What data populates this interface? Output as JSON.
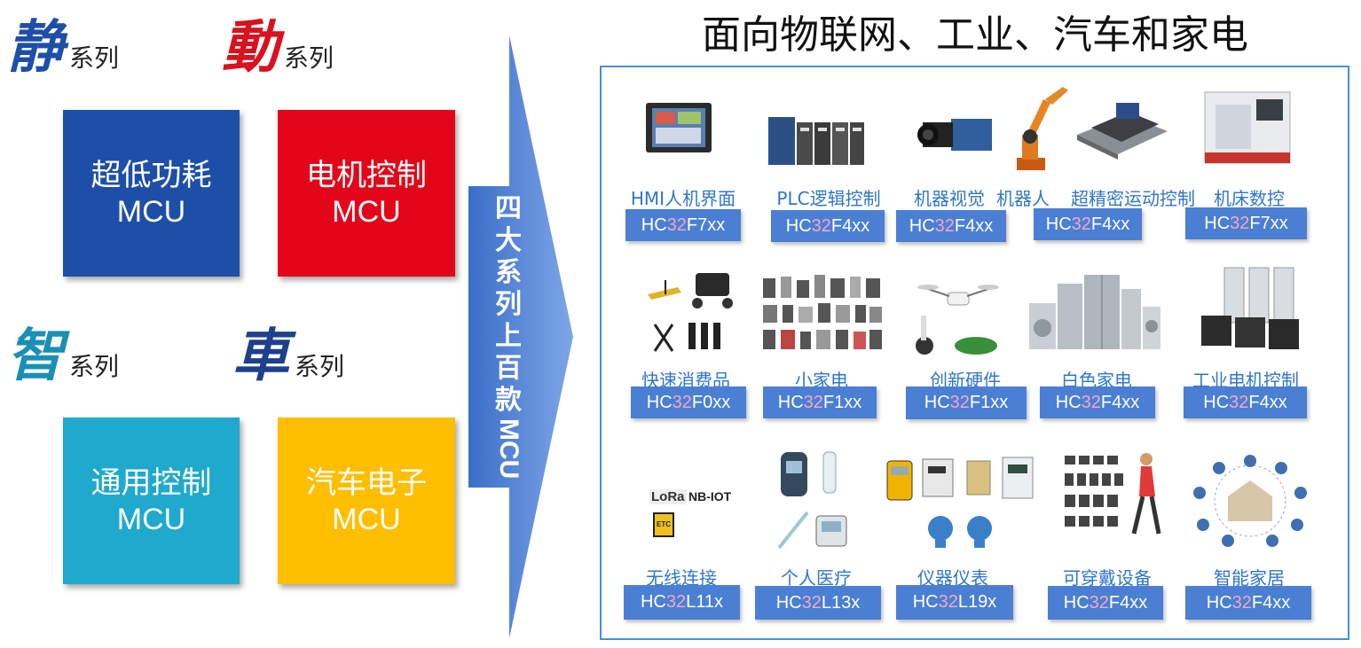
{
  "left": {
    "series": [
      {
        "char": "静",
        "suffix": "系列",
        "line1": "超低功耗",
        "line2": "MCU",
        "tile_color": "#1e4fa8",
        "char_color": "#1e4fa8"
      },
      {
        "char": "動",
        "suffix": "系列",
        "line1": "电机控制",
        "line2": "MCU",
        "tile_color": "#e3061a",
        "char_color": "#d8121e"
      },
      {
        "char": "智",
        "suffix": "系列",
        "line1": "通用控制",
        "line2": "MCU",
        "tile_color": "#1fa9cc",
        "char_color": "#1a8fb4"
      },
      {
        "char": "車",
        "suffix": "系列",
        "line1": "汽车电子",
        "line2": "MCU",
        "tile_color": "#ffbe00",
        "char_color": "#1e3f8c"
      }
    ]
  },
  "arrow": {
    "chars": [
      "四",
      "大",
      "系",
      "列",
      "上",
      "百",
      "款"
    ],
    "tail": "MCU"
  },
  "panel": {
    "title": "面向物联网、工业、汽车和家电",
    "items": [
      {
        "caption": "HMI人机界面",
        "pre": "HC",
        "mid": "32",
        "post": "F7xx",
        "icon": "hmi-panel-icon"
      },
      {
        "caption": "PLC逻辑控制",
        "pre": "HC",
        "mid": "32",
        "post": "F4xx",
        "icon": "plc-controller-icon"
      },
      {
        "caption": "机器视觉",
        "pre": "HC",
        "mid": "32",
        "post": "F4xx",
        "icon": "industrial-camera-icon"
      },
      {
        "caption": "机器人",
        "pre": "",
        "mid": "",
        "post": "",
        "icon": "robot-arm-icon"
      },
      {
        "caption": "超精密运动控制",
        "pre": "HC",
        "mid": "32",
        "post": "F4xx",
        "icon": "motion-stage-icon"
      },
      {
        "caption": "机床数控",
        "pre": "HC",
        "mid": "32",
        "post": "F7xx",
        "icon": "cnc-machine-icon"
      },
      {
        "caption": "快速消费品",
        "pre": "HC",
        "mid": "32",
        "post": "F0xx",
        "icon": "consumer-goods-icon"
      },
      {
        "caption": "小家电",
        "pre": "HC",
        "mid": "32",
        "post": "F1xx",
        "icon": "small-appliances-icon"
      },
      {
        "caption": "创新硬件",
        "pre": "HC",
        "mid": "32",
        "post": "F1xx",
        "icon": "drone-icon"
      },
      {
        "caption": "白色家电",
        "pre": "HC",
        "mid": "32",
        "post": "F4xx",
        "icon": "white-goods-icon"
      },
      {
        "caption": "工业电机控制",
        "pre": "HC",
        "mid": "32",
        "post": "F4xx",
        "icon": "servo-motor-icon"
      },
      {
        "caption": "无线连接",
        "pre": "HC",
        "mid": "32",
        "post": "L11x",
        "icon": "wireless-logo-icon"
      },
      {
        "caption": "个人医疗",
        "pre": "HC",
        "mid": "32",
        "post": "L13x",
        "icon": "medical-device-icon"
      },
      {
        "caption": "仪器仪表",
        "pre": "HC",
        "mid": "32",
        "post": "L19x",
        "icon": "meter-icon"
      },
      {
        "caption": "可穿戴设备",
        "pre": "HC",
        "mid": "32",
        "post": "F4xx",
        "icon": "wearable-icon"
      },
      {
        "caption": "智能家居",
        "pre": "HC",
        "mid": "32",
        "post": "F4xx",
        "icon": "smart-home-icon"
      }
    ],
    "logos": {
      "lora": "LoRa",
      "nbiot": "NB-IOT",
      "etc": "ETC"
    }
  }
}
